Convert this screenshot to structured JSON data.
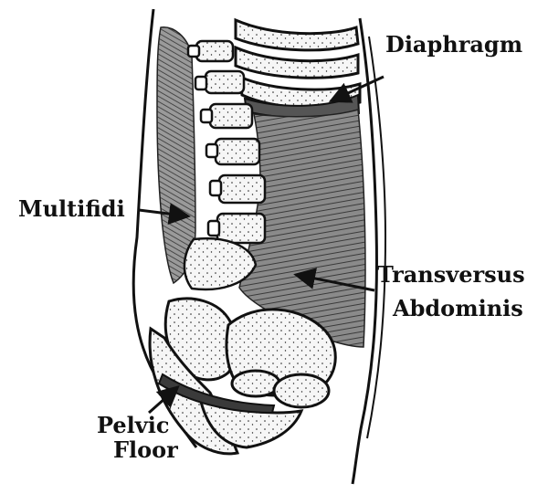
{
  "labels": {
    "diaphragm": "Diaphragm",
    "multifidi": "Multifidi",
    "transversus_line1": "Transversus",
    "transversus_line2": "Abdominis",
    "pelvic_line1": "Pelvic",
    "pelvic_line2": "Floor"
  },
  "colors": {
    "ink": "#111111",
    "paper": "#ffffff",
    "bone": "#f2f2f2",
    "muscle": "#6a6a6a"
  }
}
